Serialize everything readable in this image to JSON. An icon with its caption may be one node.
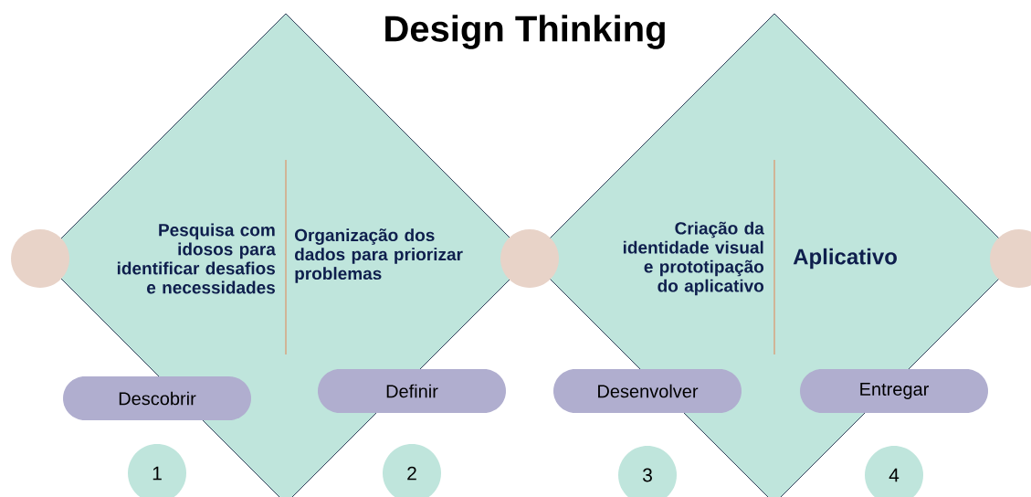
{
  "diagram": {
    "title": "Design Thinking",
    "nodes": [
      {
        "text": [],
        "shape": "circle"
      },
      {
        "text": [
          "Pesquisa com idosos para identificar desafios e necessidades",
          "Organização dos dados para priorizar problemas"
        ]
      },
      {
        "text": [],
        "shape": "circle"
      },
      {
        "text": [
          "Criação da identidade visual e prototipação do aplicativo",
          "Aplicativo"
        ]
      },
      {
        "text": [],
        "shape": "circle"
      },
      {
        "text": [
          "Descobrir"
        ]
      },
      {
        "text": [
          "Definir"
        ]
      },
      {
        "text": [
          "Desenvolver"
        ]
      },
      {
        "text": [
          "Entregar"
        ]
      },
      {
        "text": [
          "1"
        ]
      },
      {
        "text": [
          "2"
        ]
      },
      {
        "text": [
          "3"
        ]
      },
      {
        "text": [
          "4"
        ]
      }
    ]
  }
}
